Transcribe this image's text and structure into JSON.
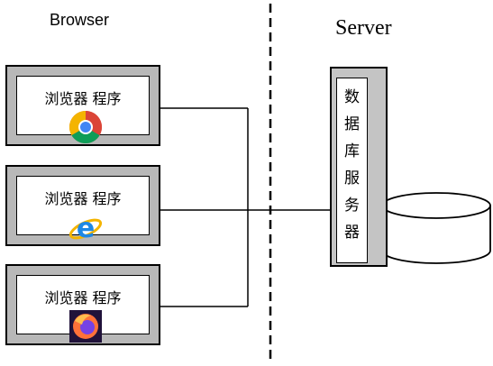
{
  "labels": {
    "browser": "Browser",
    "server": "Server",
    "client_program": "浏览器 程序",
    "server_vertical": "数\n据\n库\n服\n务\n器"
  },
  "clients": [
    {
      "label": "浏览器 程序",
      "icon": "chrome-icon"
    },
    {
      "label": "浏览器 程序",
      "icon": "internet-explorer-icon"
    },
    {
      "label": "浏览器 程序",
      "icon": "firefox-icon"
    }
  ],
  "server": {
    "chars": [
      "数",
      "据",
      "库",
      "服",
      "务",
      "器"
    ]
  }
}
